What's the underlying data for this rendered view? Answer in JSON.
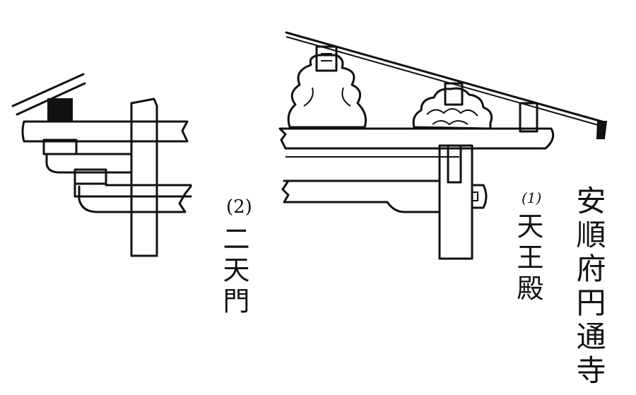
{
  "title": "安順府円通寺",
  "figures": [
    {
      "number": "(1)",
      "name": "天王殿"
    },
    {
      "number": "(2)",
      "name": "二天門"
    }
  ],
  "ink_color": "#111111",
  "paper_color": "#ffffff"
}
